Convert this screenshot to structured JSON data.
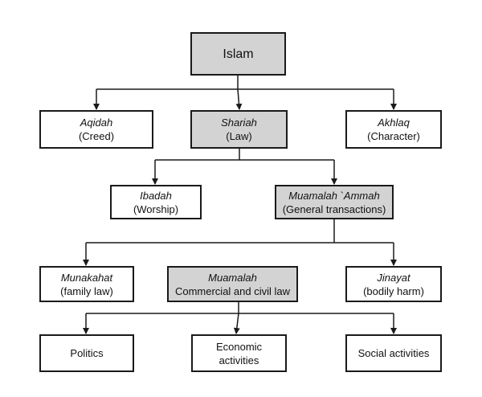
{
  "nodes": {
    "islam": {
      "title": "Islam"
    },
    "aqidah": {
      "title": "Aqidah",
      "subtitle": "(Creed)"
    },
    "shariah": {
      "title": "Shariah",
      "subtitle": "(Law)"
    },
    "akhlaq": {
      "title": "Akhlaq",
      "subtitle": "(Character)"
    },
    "ibadah": {
      "title": "Ibadah",
      "subtitle": "(Worship)"
    },
    "muamalah_ammah": {
      "title": "Muamalah `Ammah",
      "subtitle": "(General transactions)"
    },
    "munakahat": {
      "title": "Munakahat",
      "subtitle": "(family law)"
    },
    "muamalah": {
      "title": "Muamalah",
      "subtitle": "Commercial and civil law"
    },
    "jinayat": {
      "title": "Jinayat",
      "subtitle": "(bodily harm)"
    },
    "politics": {
      "title": "Politics"
    },
    "economic": {
      "title": "Economic",
      "subtitle": "activities"
    },
    "social": {
      "title": "Social activities"
    }
  },
  "colors": {
    "highlight": "#d4d3d3",
    "border": "#1a1a1a"
  }
}
